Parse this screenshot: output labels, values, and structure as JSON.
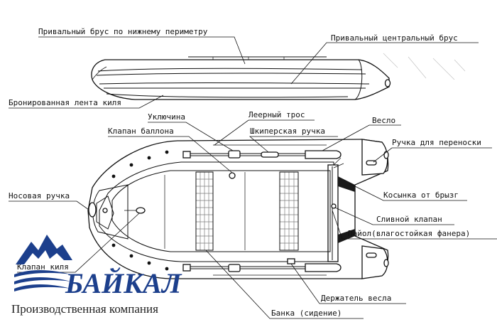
{
  "labels": {
    "rub_lower": "Привальный брус по нижнему периметру",
    "rub_center": "Привальный центральный брус",
    "keel_tape": "Бронированная лента киля",
    "oarlock": "Уключина",
    "lifeline": "Леерный трос",
    "tube_valve": "Клапан баллона",
    "skipper_handle": "Шкиперская ручка",
    "oar": "Весло",
    "carry_handle": "Ручка для переноски",
    "bow_handle": "Носовая ручка",
    "spray_gusset": "Косынка от брызг",
    "drain_valve": "Сливной клапан",
    "floor": "Пайол(влагостойкая фанера)",
    "keel_valve": "Клапан киля",
    "oar_holder": "Держатель весла",
    "bench": "Банка (сидение)"
  },
  "logo": {
    "brand": "БАЙКАЛ",
    "subtitle": "Производственная компания",
    "colors": {
      "brand": "#1c3f8c",
      "mountains": "#1c3f8c"
    }
  }
}
